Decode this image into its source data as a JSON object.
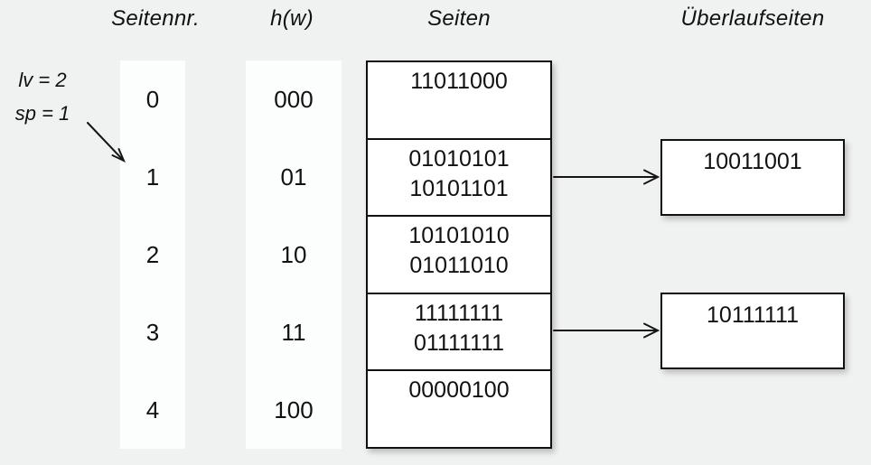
{
  "headers": {
    "seitennr": "Seitennr.",
    "hw": "h(w)",
    "seiten": "Seiten",
    "ueberlaufseiten": "Überlaufseiten"
  },
  "annotation": {
    "lv": "lv = 2",
    "sp": "sp = 1"
  },
  "table": {
    "rows": [
      {
        "nr": "0",
        "hash": "000",
        "entries": [
          "11011000"
        ]
      },
      {
        "nr": "1",
        "hash": "01",
        "entries": [
          "01010101",
          "10101101"
        ],
        "overflow": "10011001"
      },
      {
        "nr": "2",
        "hash": "10",
        "entries": [
          "10101010",
          "01011010"
        ]
      },
      {
        "nr": "3",
        "hash": "11",
        "entries": [
          "11111111",
          "01111111"
        ],
        "overflow": "10111111"
      },
      {
        "nr": "4",
        "hash": "100",
        "entries": [
          "00000100"
        ]
      }
    ]
  },
  "icons": {
    "overflow_arrow_row1": "right-arrow",
    "overflow_arrow_row3": "right-arrow",
    "split_pointer_arrow": "down-right-arrow"
  },
  "colors": {
    "background": "#f0f1f1",
    "column_band": "#fcfdfd",
    "box_fill": "#ffffff",
    "line": "#111111"
  }
}
